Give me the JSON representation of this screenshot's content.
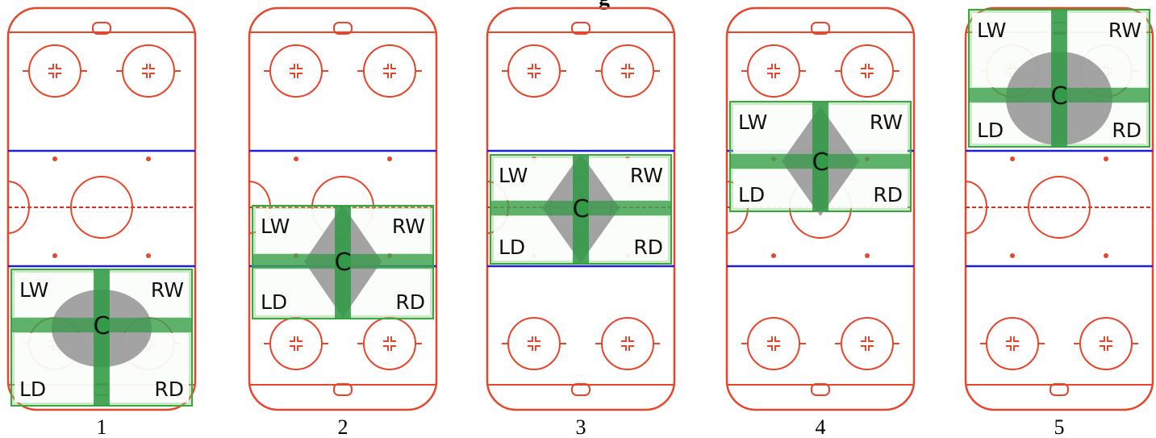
{
  "header_fragment": "g",
  "colors": {
    "rink_outline": "#e8452a",
    "blue_line": "#2020d0",
    "red_center_line": "#d83020",
    "zone_fill": "#8fd08a",
    "zone_border": "#3aa83a",
    "center_cross": "#2f9a45",
    "coverage_blob": "#8c8c8c"
  },
  "panels": [
    {
      "caption": "1",
      "lw": "LW",
      "rw": "RW",
      "ld": "LD",
      "rd": "RD",
      "c": "C",
      "zone": "defensive-end",
      "blob": "round"
    },
    {
      "caption": "2",
      "lw": "LW",
      "rw": "RW",
      "ld": "LD",
      "rd": "RD",
      "c": "C",
      "zone": "neutral-low",
      "blob": "diamond"
    },
    {
      "caption": "3",
      "lw": "LW",
      "rw": "RW",
      "ld": "LD",
      "rd": "RD",
      "c": "C",
      "zone": "neutral-center",
      "blob": "diamond"
    },
    {
      "caption": "4",
      "lw": "LW",
      "rw": "RW",
      "ld": "LD",
      "rd": "RD",
      "c": "C",
      "zone": "neutral-high",
      "blob": "diamond"
    },
    {
      "caption": "5",
      "lw": "LW",
      "rw": "RW",
      "ld": "LD",
      "rd": "RD",
      "c": "C",
      "zone": "offensive-end",
      "blob": "round"
    }
  ]
}
